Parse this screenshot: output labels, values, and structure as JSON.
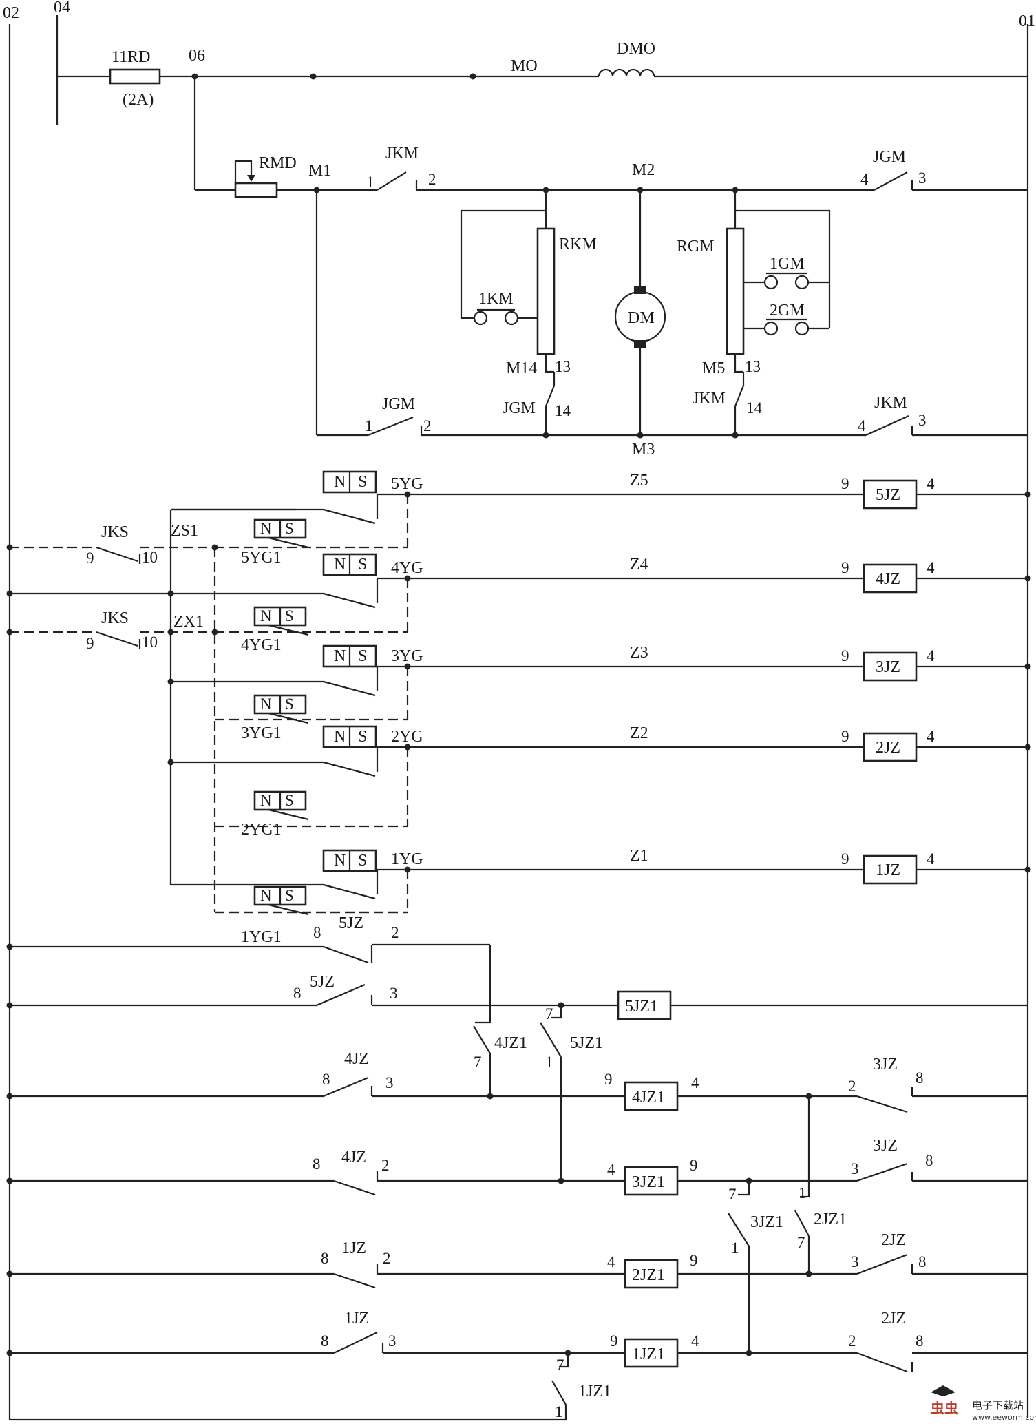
{
  "terminals": {
    "t02": "02",
    "t04": "04",
    "t01": "01",
    "t06": "06"
  },
  "top": {
    "fuse": "11RD",
    "fuse_rating": "(2A)",
    "mo": "MO",
    "dmo": "DMO",
    "rmd": "RMD",
    "m1": "M1",
    "m2": "M2",
    "m3": "M3",
    "m14": "M14",
    "m5": "M5",
    "jkm": "JKM",
    "jgm": "JGM",
    "rkm": "RKM",
    "rgm": "RGM",
    "k1km": "1KM",
    "k1gm": "1GM",
    "k2gm": "2GM",
    "dm": "DM",
    "n1": "1",
    "n2": "2",
    "n3": "3",
    "n4": "4",
    "n13": "13",
    "n14": "14"
  },
  "rails": [
    {
      "yg": "5YG",
      "z": "Z5",
      "jz": "5JZ",
      "ygl": "5YG1"
    },
    {
      "yg": "4YG",
      "z": "Z4",
      "jz": "4JZ",
      "ygl": "4YG1"
    },
    {
      "yg": "3YG",
      "z": "Z3",
      "jz": "3JZ",
      "ygl": "3YG1"
    },
    {
      "yg": "2YG",
      "z": "Z2",
      "jz": "2JZ",
      "ygl": "2YG1"
    },
    {
      "yg": "1YG",
      "z": "Z1",
      "jz": "1JZ",
      "ygl": "1YG1"
    }
  ],
  "mid": {
    "jks": "JKS",
    "zs1": "ZS1",
    "zx1": "ZX1",
    "n": "N",
    "s": "S",
    "n9": "9",
    "n10": "10",
    "n4": "4",
    "n8": "8",
    "n2": "2"
  },
  "relays": {
    "r5": "5JZ1",
    "r4": "4JZ1",
    "r3": "3JZ1",
    "r2": "2JZ1",
    "r1": "1JZ1"
  },
  "contacts": {
    "c5jz": "5JZ",
    "c4jz": "4JZ",
    "c3jz": "3JZ",
    "c2jz": "2JZ",
    "c1jz": "1JZ",
    "c4jz1": "4JZ1",
    "c5jz1": "5JZ1",
    "c3jz1": "3JZ1",
    "c2jz1": "2JZ1",
    "c1jz1": "1JZ1"
  },
  "pins": {
    "p1": "1",
    "p2": "2",
    "p3": "3",
    "p4": "4",
    "p7": "7",
    "p8": "8",
    "p9": "9"
  },
  "watermark": {
    "logo": "虫虫",
    "text": "电子下载站",
    "url": "www.eeworm.com"
  }
}
